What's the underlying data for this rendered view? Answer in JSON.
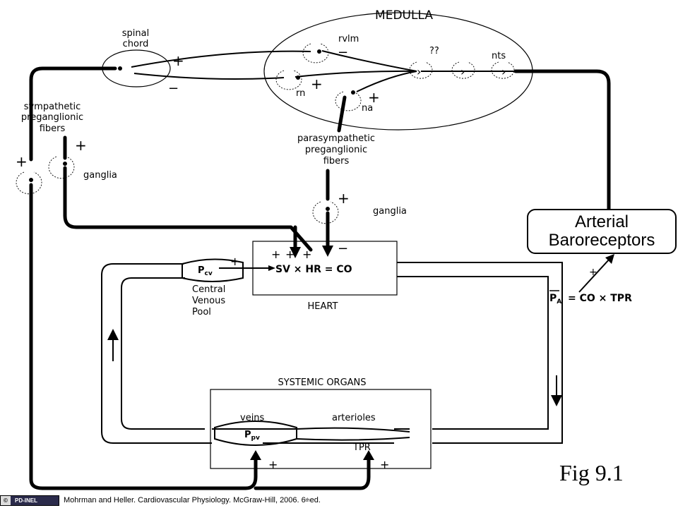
{
  "regions": {
    "medulla": "MEDULLA",
    "spinal_cord": [
      "spinal",
      "chord"
    ],
    "heart": "HEART",
    "systemic_organs": "SYSTEMIC ORGANS"
  },
  "nuclei": {
    "rvlm": "rvlm",
    "unknown": "??",
    "nts": "nts",
    "rn": "rn",
    "na": "na"
  },
  "fibers": {
    "sympathetic": [
      "sympathetic",
      "preganglionic",
      "fibers"
    ],
    "parasympathetic": [
      "parasympathetic",
      "preganglionic",
      "fibers"
    ]
  },
  "ganglia": {
    "sympathetic": "ganglia",
    "parasympathetic": "ganglia"
  },
  "equations": {
    "heart": "SV × HR = CO",
    "arterial": "= CO × TPR"
  },
  "venous": {
    "pcv": "P",
    "pcv_sub": "cv",
    "pool_label": [
      "Central",
      "Venous",
      "Pool"
    ],
    "ppv": "P",
    "ppv_sub": "pv",
    "pa": "P",
    "pa_sub": "A"
  },
  "vessels": {
    "veins": "veins",
    "arterioles": "arterioles",
    "tpr": "TPR"
  },
  "signs": {
    "plus": "+",
    "minus": "−"
  },
  "baroreceptors": [
    "Arterial",
    "Baroreceptors"
  ],
  "figure_label": "Fig 9.1",
  "license_badge": "PD-INEL",
  "citation": {
    "text": "Mohrman and Heller.  Cardiovascular Physiology. McGraw-Hill, 2006. 6",
    "sup": "th",
    "tail": " ed."
  }
}
